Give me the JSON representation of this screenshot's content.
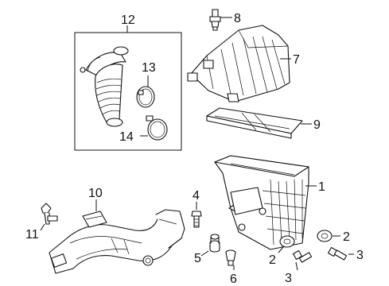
{
  "diagram": {
    "callouts": {
      "c1": "1",
      "c2a": "2",
      "c2b": "2",
      "c3a": "3",
      "c3b": "3",
      "c4": "4",
      "c5": "5",
      "c6": "6",
      "c7": "7",
      "c8": "8",
      "c9": "9",
      "c10": "10",
      "c11": "11",
      "c12": "12",
      "c13": "13",
      "c14": "14"
    }
  }
}
